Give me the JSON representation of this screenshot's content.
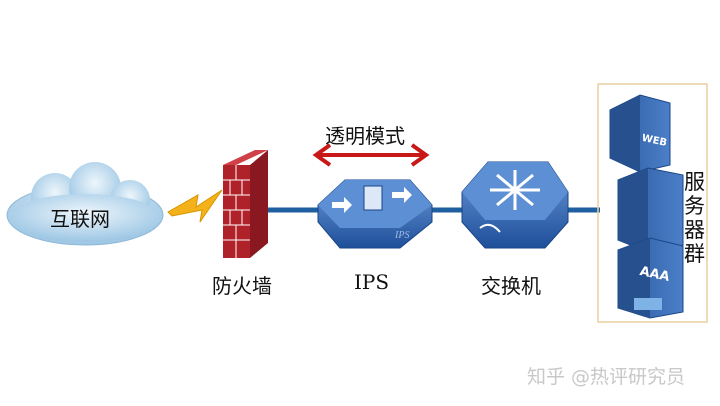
{
  "nodes": {
    "internet": "互联网",
    "firewall": "防火墙",
    "ips": "IPS",
    "ips_device_mark": "IPS",
    "switch": "交换机",
    "server_group": "服务器群",
    "web_server": "WEB",
    "aaa_server": "AAA"
  },
  "mode_label": "透明模式",
  "watermark": "知乎 @热评研究员",
  "colors": {
    "link": "#1f5fa0",
    "arrow": "#c81818",
    "brick": "#b0222a",
    "device": "#2f63b0",
    "box": "#e8cfa0"
  }
}
